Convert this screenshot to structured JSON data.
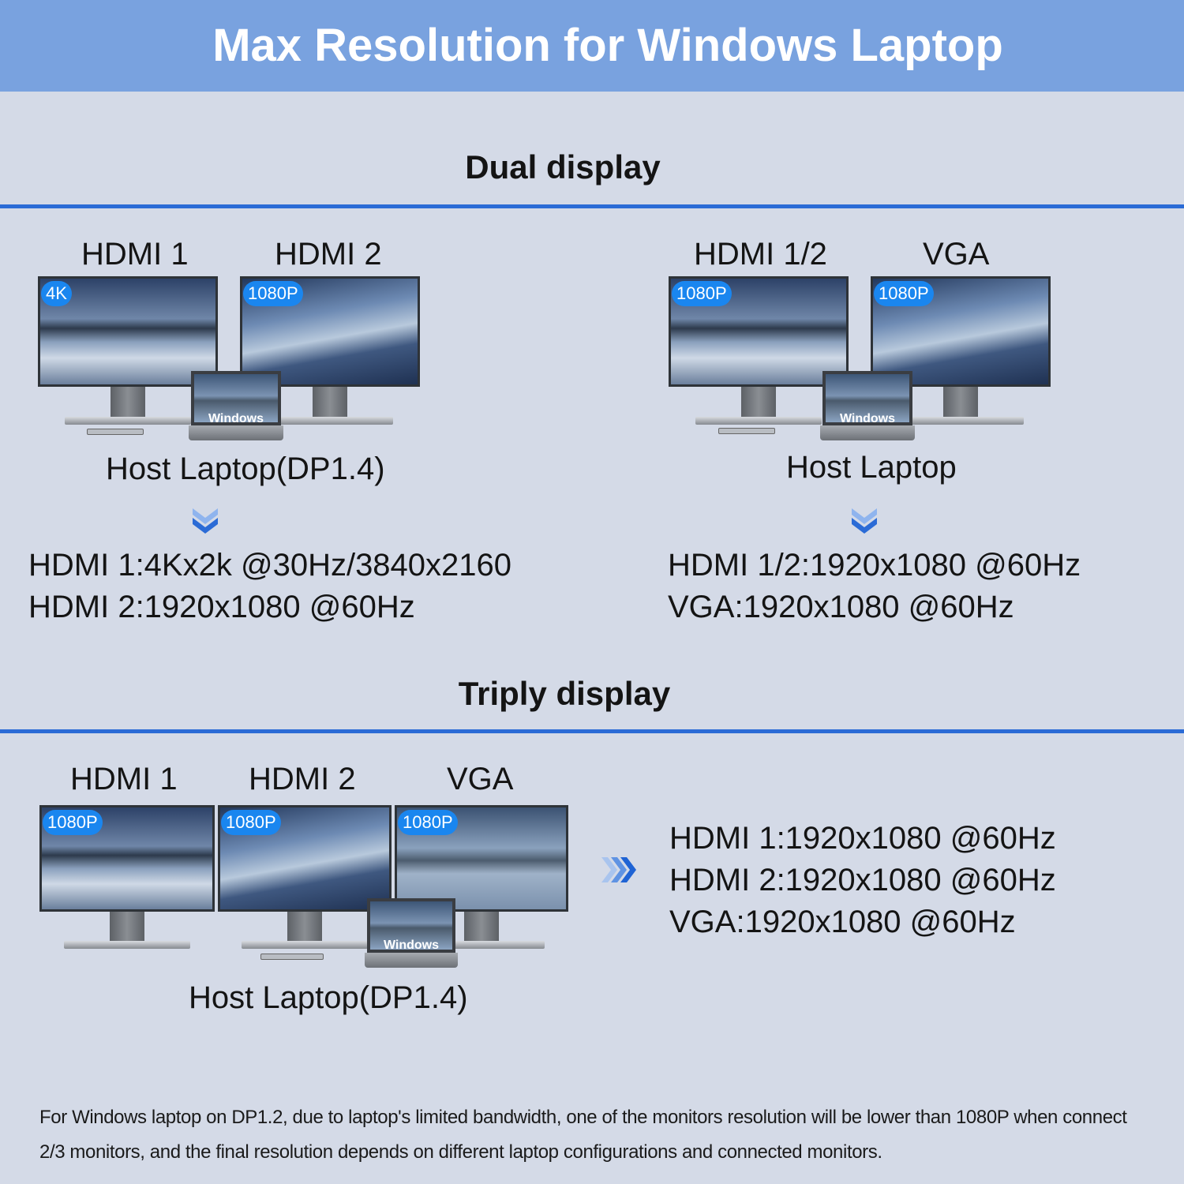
{
  "header": {
    "title": "Max Resolution for Windows Laptop"
  },
  "dual": {
    "title": "Dual display",
    "left": {
      "labels": [
        "HDMI 1",
        "HDMI 2"
      ],
      "badges": [
        "4K",
        "1080P"
      ],
      "laptop_text": "Windows",
      "host": "Host Laptop(DP1.4)",
      "res": [
        "HDMI 1:4Kx2k @30Hz/3840x2160",
        "HDMI 2:1920x1080 @60Hz"
      ]
    },
    "right": {
      "labels": [
        "HDMI 1/2",
        "VGA"
      ],
      "badges": [
        "1080P",
        "1080P"
      ],
      "laptop_text": "Windows",
      "host": "Host Laptop",
      "res": [
        "HDMI 1/2:1920x1080 @60Hz",
        "VGA:1920x1080 @60Hz"
      ]
    }
  },
  "triple": {
    "title": "Triply display",
    "labels": [
      "HDMI 1",
      "HDMI 2",
      "VGA"
    ],
    "badges": [
      "1080P",
      "1080P",
      "1080P"
    ],
    "laptop_text": "Windows",
    "host": "Host Laptop(DP1.4)",
    "res": [
      "HDMI 1:1920x1080 @60Hz",
      "HDMI 2:1920x1080 @60Hz",
      "VGA:1920x1080 @60Hz"
    ]
  },
  "footnote": [
    "For Windows laptop on DP1.2, due to laptop's limited bandwidth, one of the monitors resolution  will be lower than 1080P when connect",
    "2/3 monitors, and the final resolution depends on different laptop configurations and connected monitors."
  ],
  "colors": {
    "header": "#79a2df",
    "accent": "#2b6bd6",
    "badge": "#1a86ef",
    "background": "#d4dae7"
  }
}
